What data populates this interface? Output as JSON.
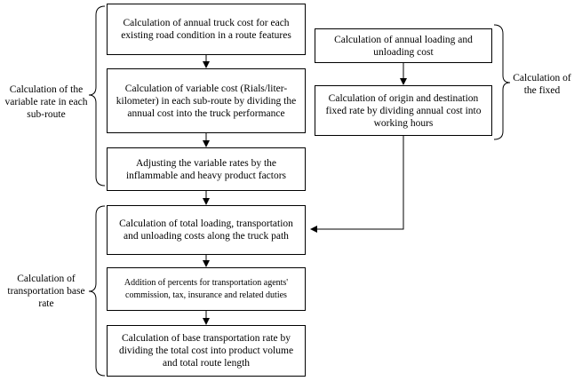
{
  "boxes": {
    "b1": "Calculation of annual truck cost for each existing road condition in a route features",
    "b2": "Calculation of variable cost (Rials/liter-kilometer) in each sub-route by dividing the annual cost into the truck performance",
    "b3": "Adjusting the variable rates by the inflammable and heavy product factors",
    "b4": "Calculation of total loading, transportation and unloading costs along the truck path",
    "b5": "Addition of percents for transportation agents' commission, tax, insurance and related duties",
    "b6": "Calculation of base transportation rate by dividing the total cost into product volume and total route length",
    "r1": "Calculation of annual loading and unloading cost",
    "r2": "Calculation of origin and destination fixed rate by dividing annual cost into working hours"
  },
  "labels": {
    "variable": "Calculation of the variable rate in each sub-route",
    "base": "Calculation of transportation base rate",
    "fixed": "Calculation of the fixed"
  }
}
